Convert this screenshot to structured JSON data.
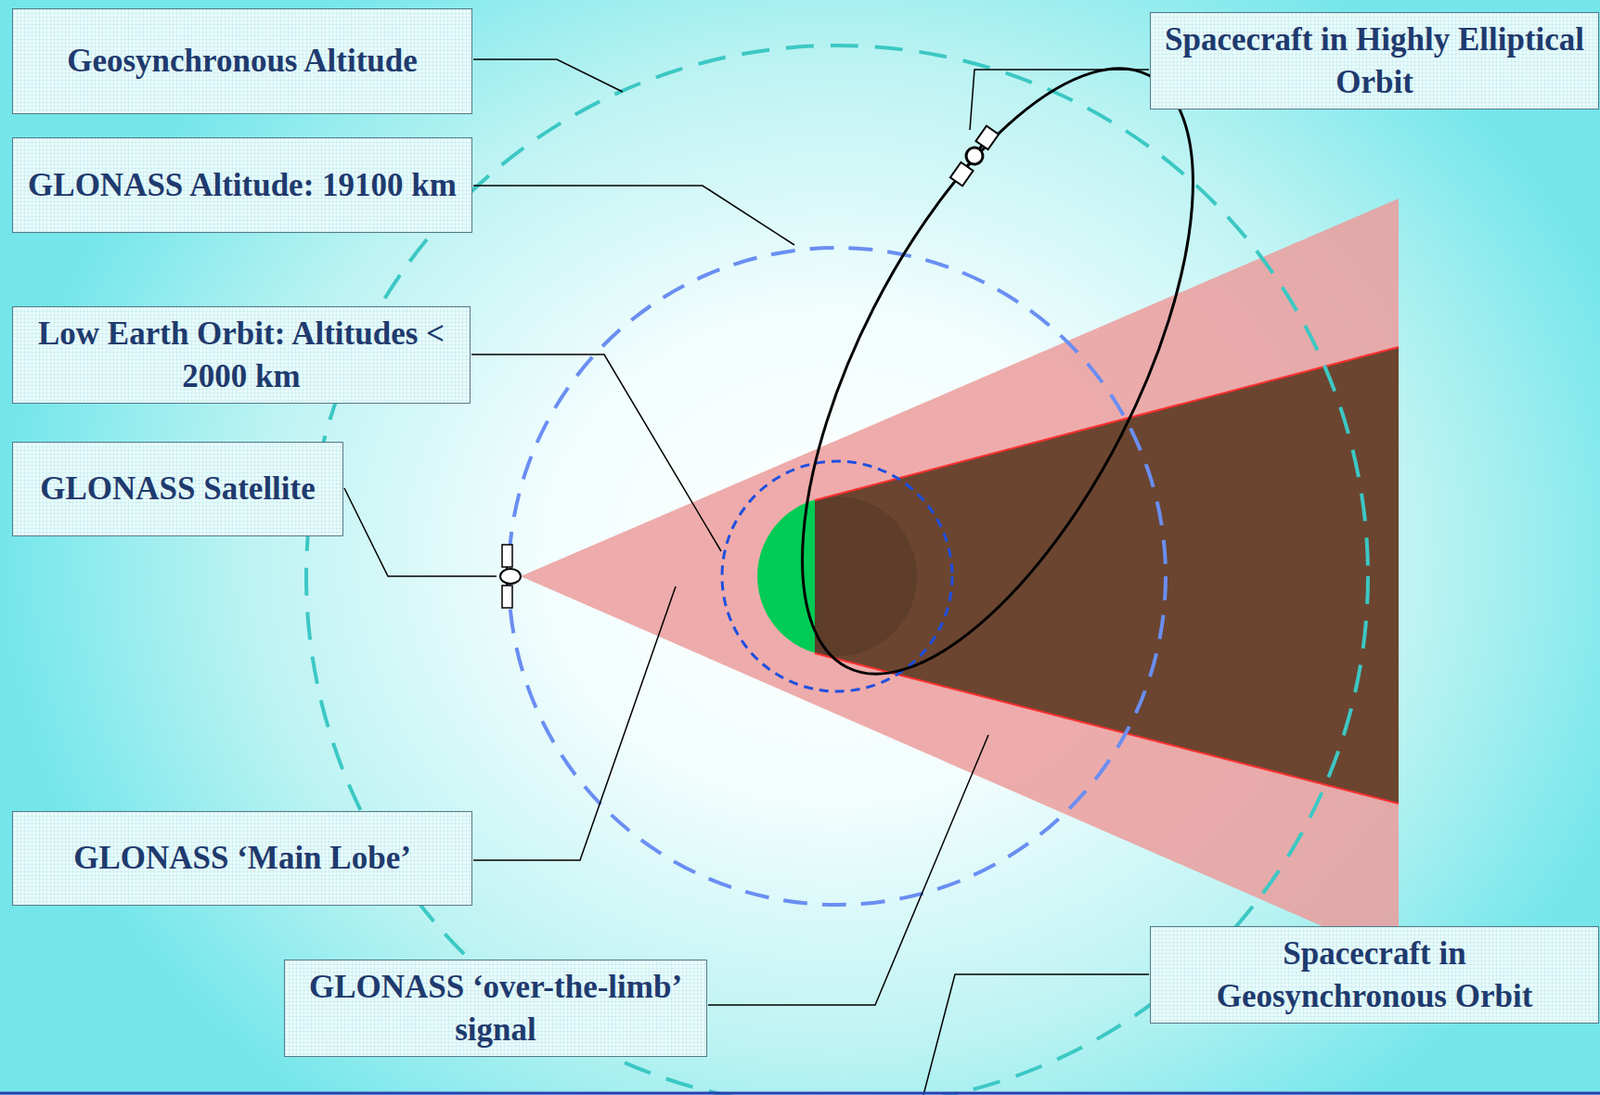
{
  "diagram": {
    "nodes": [
      {
        "text": [
          "Geosynchronous Altitude"
        ]
      },
      {
        "text": [
          "Spacecraft in Highly Elliptical Orbit"
        ]
      },
      {
        "text": [
          "GLONASS Altitude: 19100 km"
        ]
      },
      {
        "text": [
          "Low Earth Orbit: Altitudes < 2000 km"
        ]
      },
      {
        "text": [
          "GLONASS Satellite"
        ]
      },
      {
        "text": [
          "GLONASS ‘Main Lobe’"
        ]
      },
      {
        "text": [
          "Spacecraft in Geosynchronous Orbit"
        ]
      },
      {
        "text": [
          "GLONASS ‘over-the-limb’ signal"
        ]
      }
    ]
  }
}
